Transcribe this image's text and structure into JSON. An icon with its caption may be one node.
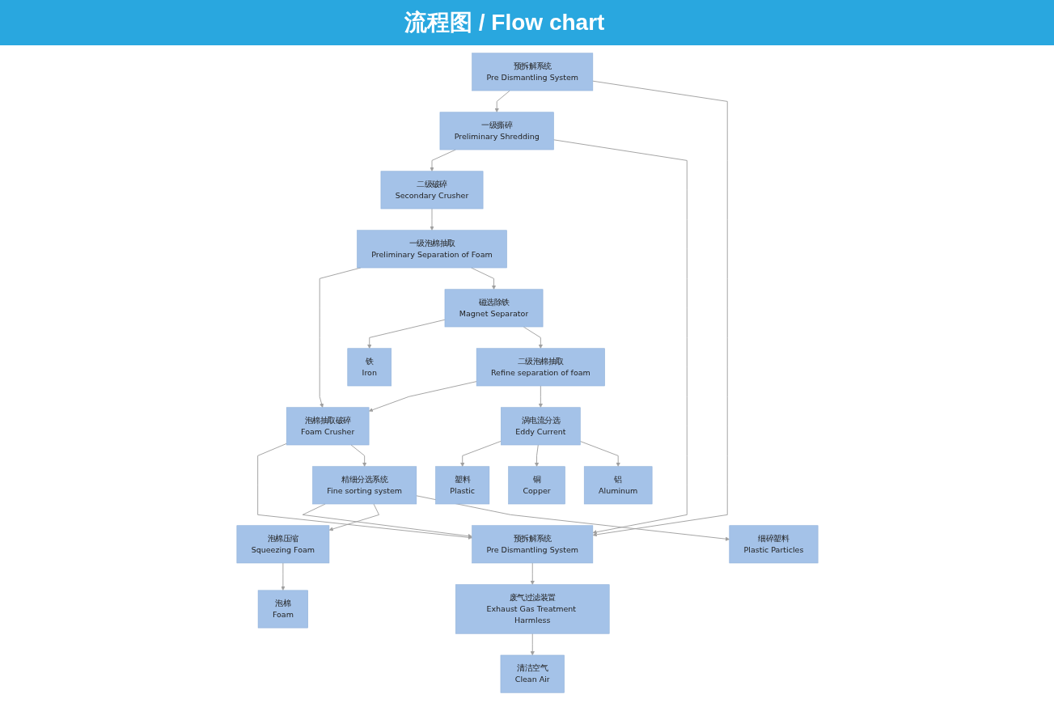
{
  "diagram": {
    "title": "流程图 / Flow chart",
    "nodes": [
      {
        "text": [
          "预拆解系统",
          "Pre Dismantling System"
        ]
      },
      {
        "text": [
          "一级撕碎",
          "Preliminary Shredding"
        ]
      },
      {
        "text": [
          "二级破碎",
          "Secondary Crusher"
        ]
      },
      {
        "text": [
          "一级泡棉抽取",
          "Preliminary Separation of Foam"
        ]
      },
      {
        "text": [
          "泡棉抽取破碎",
          "Foam Crusher"
        ]
      },
      {
        "text": [
          "预拆解系统",
          "Pre Dismantling System"
        ]
      },
      {
        "text": [
          "磁选除铁",
          "Magnet Separator"
        ]
      },
      {
        "text": [
          "铁",
          "Iron"
        ]
      },
      {
        "text": [
          "精细分选系统",
          "Fine sorting system"
        ]
      },
      {
        "text": [
          "二级泡棉抽取",
          "Refine separation of foam"
        ]
      },
      {
        "text": [
          "废气过滤装置",
          "Exhaust Gas Treatment Harmless"
        ]
      },
      {
        "text": [
          "泡棉压缩",
          "Squeezing Foam"
        ]
      },
      {
        "text": [
          "涡电流分选",
          "Eddy Current"
        ]
      },
      {
        "text": [
          "清洁空气",
          "Clean Air"
        ]
      },
      {
        "text": [
          "泡棉",
          "Foam"
        ]
      },
      {
        "text": [
          "细碎塑料",
          "Plastic Particles"
        ]
      },
      {
        "text": [
          "塑料",
          "Plastic"
        ]
      },
      {
        "text": [
          "铜",
          "Copper"
        ]
      },
      {
        "text": [
          "铝",
          "Aluminum"
        ]
      }
    ],
    "edges": [
      {
        "from": 0,
        "to": 1,
        "arrow": "to"
      },
      {
        "from": 1,
        "to": 2,
        "arrow": "to"
      },
      {
        "from": 0,
        "to": 5,
        "arrow": "to"
      },
      {
        "from": 1,
        "to": 5,
        "arrow": "to"
      },
      {
        "from": 2,
        "to": 3,
        "arrow": "to"
      },
      {
        "from": 3,
        "to": 4,
        "arrow": "to"
      },
      {
        "from": 9,
        "to": 4,
        "arrow": "to"
      },
      {
        "from": 3,
        "to": 6,
        "arrow": "to"
      },
      {
        "from": 6,
        "to": 7,
        "arrow": "to"
      },
      {
        "from": 6,
        "to": 9,
        "arrow": "to"
      },
      {
        "from": 9,
        "to": 12,
        "arrow": "to"
      },
      {
        "from": 4,
        "to": 5,
        "arrow": "to"
      },
      {
        "from": 8,
        "to": 5,
        "arrow": "to"
      },
      {
        "from": 4,
        "to": 8,
        "arrow": "to"
      },
      {
        "from": 8,
        "to": 11,
        "arrow": "to"
      },
      {
        "from": 8,
        "to": 15,
        "arrow": "to"
      },
      {
        "from": 11,
        "to": 14,
        "arrow": "to"
      },
      {
        "from": 5,
        "to": 10,
        "arrow": "to"
      },
      {
        "from": 10,
        "to": 13,
        "arrow": "to"
      },
      {
        "from": 12,
        "to": 16,
        "arrow": "to"
      },
      {
        "from": 12,
        "to": 17,
        "arrow": "to"
      },
      {
        "from": 12,
        "to": 18,
        "arrow": "to"
      }
    ]
  }
}
